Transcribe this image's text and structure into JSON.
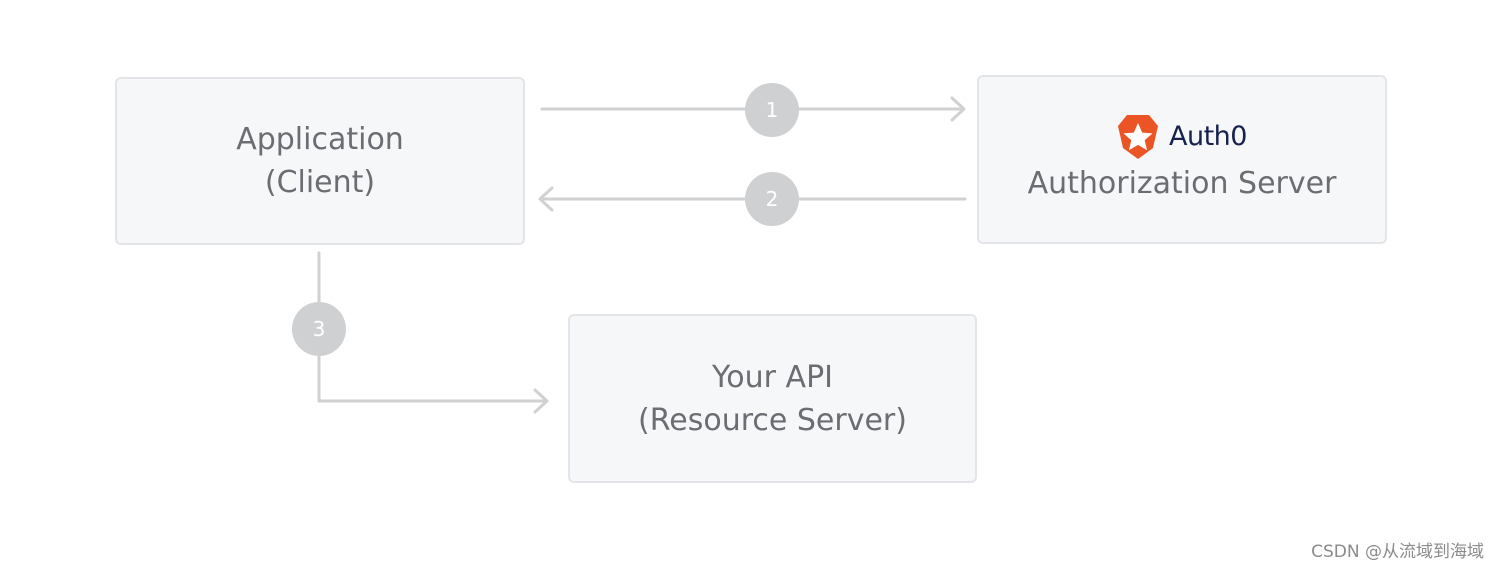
{
  "nodes": {
    "app": {
      "line1": "Application",
      "line2": "(Client)"
    },
    "auth": {
      "brand": "Auth0",
      "label": "Authorization Server"
    },
    "api": {
      "line1": "Your API",
      "line2": "(Resource Server)"
    }
  },
  "steps": [
    "1",
    "2",
    "3"
  ],
  "watermark": "CSDN @从流域到海域",
  "colors": {
    "box_fill": "#f6f7f9",
    "box_border": "#e3e5e8",
    "connector": "#d0d1d3",
    "step_badge": "#cfd0d2",
    "text": "#6b6d72",
    "brand_text": "#16214d",
    "brand_logo": "#eb5424"
  },
  "icons": {
    "auth_logo": "auth0-shield-star-icon"
  }
}
